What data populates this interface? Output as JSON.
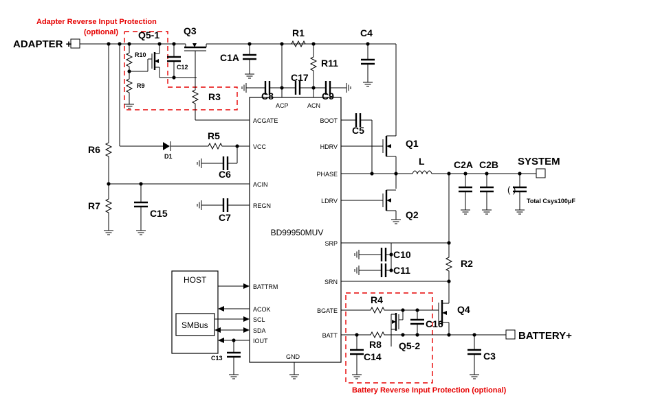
{
  "chip": {
    "name": "BD99950MUV"
  },
  "pins": {
    "acp": "ACP",
    "acn": "ACN",
    "acgate": "ACGATE",
    "vcc": "VCC",
    "acin": "ACIN",
    "regn": "REGN",
    "battrm": "BATTRM",
    "acok": "ACOK",
    "scl": "SCL",
    "sda": "SDA",
    "iout": "IOUT",
    "gnd": "GND",
    "boot": "BOOT",
    "hdrv": "HDRV",
    "phase": "PHASE",
    "ldrv": "LDRV",
    "srp": "SRP",
    "srn": "SRN",
    "bgate": "BGATE",
    "batt": "BATT"
  },
  "terminals": {
    "adapter": "ADAPTER +",
    "system": "SYSTEM",
    "battery": "BATTERY+"
  },
  "blocks": {
    "host": "HOST",
    "smbus": "SMBus"
  },
  "notes": {
    "adapter_protection_line1": "Adapter Reverse Input Protection",
    "adapter_protection_line2": "(optional)",
    "battery_protection": "Battery Reverse Input Protection (optional)",
    "csys": "Total Csys100μF",
    "csys_paren": "(    )"
  },
  "components": {
    "q51": "Q5-1",
    "q3": "Q3",
    "r10": "R10",
    "r9": "R9",
    "c12": "C12",
    "r3": "R3",
    "r1": "R1",
    "c4": "C4",
    "c1a": "C1A",
    "r11": "R11",
    "c17": "C17",
    "c8": "C8",
    "c9": "C9",
    "c5": "C5",
    "q1": "Q1",
    "q2": "Q2",
    "l": "L",
    "c2a": "C2A",
    "c2b": "C2B",
    "r6": "R6",
    "d1": "D1",
    "r5": "R5",
    "c6": "C6",
    "r7": "R7",
    "c15": "C15",
    "c7": "C7",
    "c10": "C10",
    "c11": "C11",
    "r2": "R2",
    "r4": "R4",
    "q4": "Q4",
    "c16": "C16",
    "r8": "R8",
    "c14": "C14",
    "q52": "Q5-2",
    "c3": "C3",
    "c13": "C13"
  }
}
